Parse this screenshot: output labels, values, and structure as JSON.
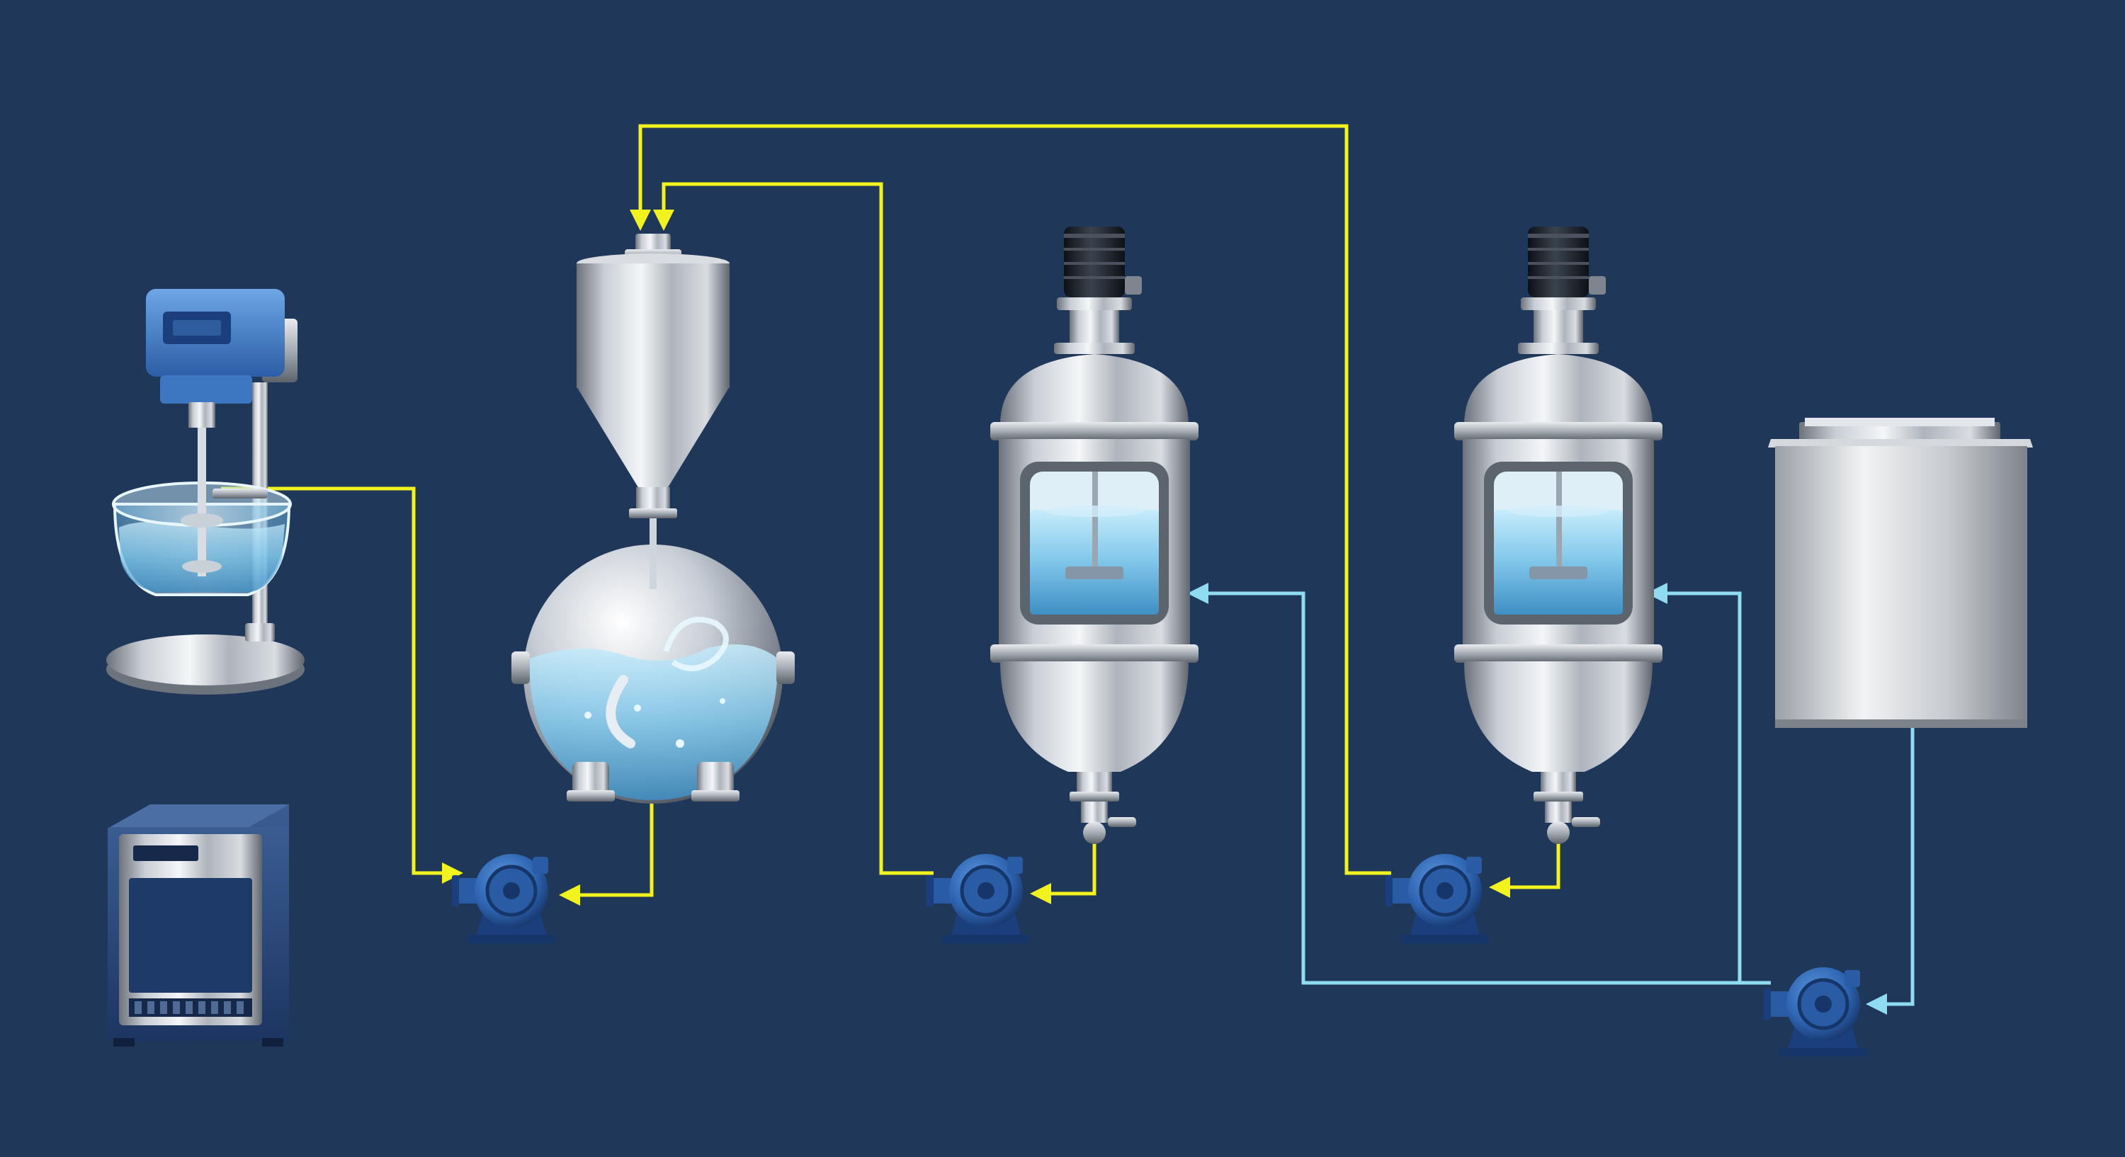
{
  "diagram": {
    "background": "#1f3759",
    "colors": {
      "process_line": "#f2f21f",
      "coolant_line": "#8fdcf0",
      "pump_body": "#2f66b4",
      "pump_dark": "#1b3f7c",
      "steel_light": "#f0f2f5",
      "steel_mid": "#b9bec6",
      "steel_dark": "#6d737c",
      "liquid": "#7fc6ea",
      "motor": "#151b22",
      "mixer_head": "#3d77c2",
      "cabinet": "#2c4a7a"
    },
    "icons": [
      "overhead-stirrer-icon",
      "refrigerated-cabinet-icon",
      "hopper-mixer-vessel-icon",
      "jacketed-reactor-icon",
      "storage-tank-icon",
      "centrifugal-pump-icon"
    ],
    "equipment": [
      {
        "id": "stirrer",
        "kind": "overhead stirrer with glass beaker"
      },
      {
        "id": "cabinet",
        "kind": "cabinet unit"
      },
      {
        "id": "hopper_mixer",
        "kind": "hopper feeding spherical mixer"
      },
      {
        "id": "reactor_1",
        "kind": "jacketed stirred reactor"
      },
      {
        "id": "reactor_2",
        "kind": "jacketed stirred reactor"
      },
      {
        "id": "tank",
        "kind": "storage tank"
      },
      {
        "id": "pump_1",
        "kind": "centrifugal pump"
      },
      {
        "id": "pump_2",
        "kind": "centrifugal pump"
      },
      {
        "id": "pump_3",
        "kind": "centrifugal pump"
      },
      {
        "id": "pump_4",
        "kind": "centrifugal pump"
      }
    ],
    "connections": [
      {
        "id": "l1",
        "from": "stirrer",
        "to": "pump_1",
        "type": "process"
      },
      {
        "id": "l2",
        "from": "hopper_mixer",
        "to": "pump_1",
        "type": "process"
      },
      {
        "id": "l3",
        "from": "pump_2",
        "to": "hopper_mixer",
        "type": "process"
      },
      {
        "id": "l4",
        "from": "reactor_1",
        "to": "pump_2",
        "type": "process"
      },
      {
        "id": "l5",
        "from": "pump_3",
        "to": "hopper_mixer",
        "type": "process"
      },
      {
        "id": "l6",
        "from": "reactor_2",
        "to": "pump_3",
        "type": "process"
      },
      {
        "id": "l7",
        "from": "tank",
        "to": "pump_4",
        "type": "coolant"
      },
      {
        "id": "l8",
        "from": "pump_4",
        "to": "reactor_1",
        "type": "coolant"
      },
      {
        "id": "l9",
        "from": "pump_4",
        "to": "reactor_2",
        "type": "coolant"
      }
    ]
  }
}
